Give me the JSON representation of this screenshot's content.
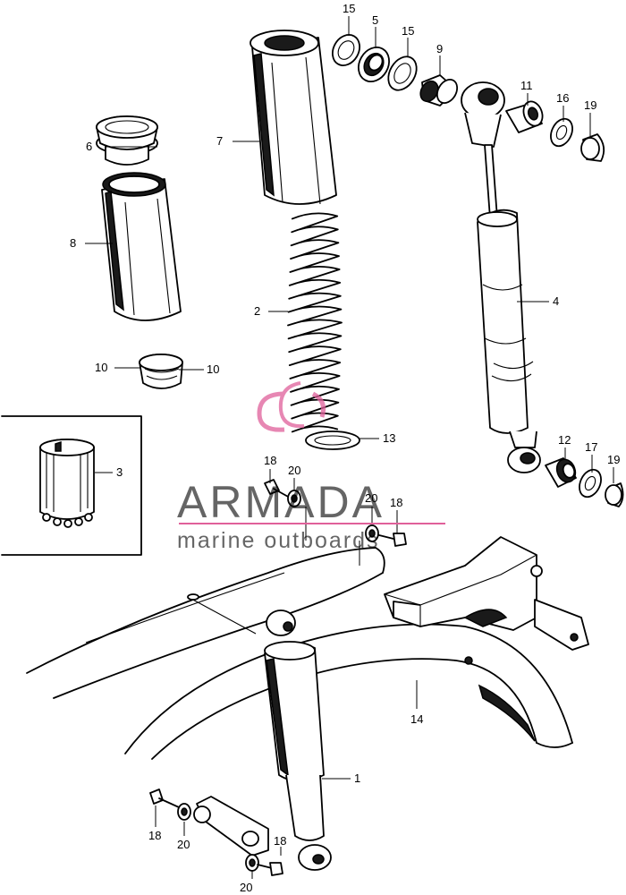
{
  "callouts": {
    "c1": "1",
    "c2": "2",
    "c3": "3",
    "c4": "4",
    "c5": "5",
    "c6": "6",
    "c7": "7",
    "c8": "8",
    "c9": "9",
    "c10a": "10",
    "c10b": "10",
    "c11": "11",
    "c12": "12",
    "c13": "13",
    "c14": "14",
    "c15a": "15",
    "c15b": "15",
    "c16": "16",
    "c17": "17",
    "c18a": "18",
    "c18b": "18",
    "c18c": "18",
    "c18d": "18",
    "c19a": "19",
    "c19b": "19",
    "c20a": "20",
    "c20b": "20",
    "c20c": "20",
    "c20d": "20"
  },
  "watermark": {
    "brand": "ARMADA",
    "tagline": "marine outboards",
    "accent_color": "#e0609a"
  }
}
